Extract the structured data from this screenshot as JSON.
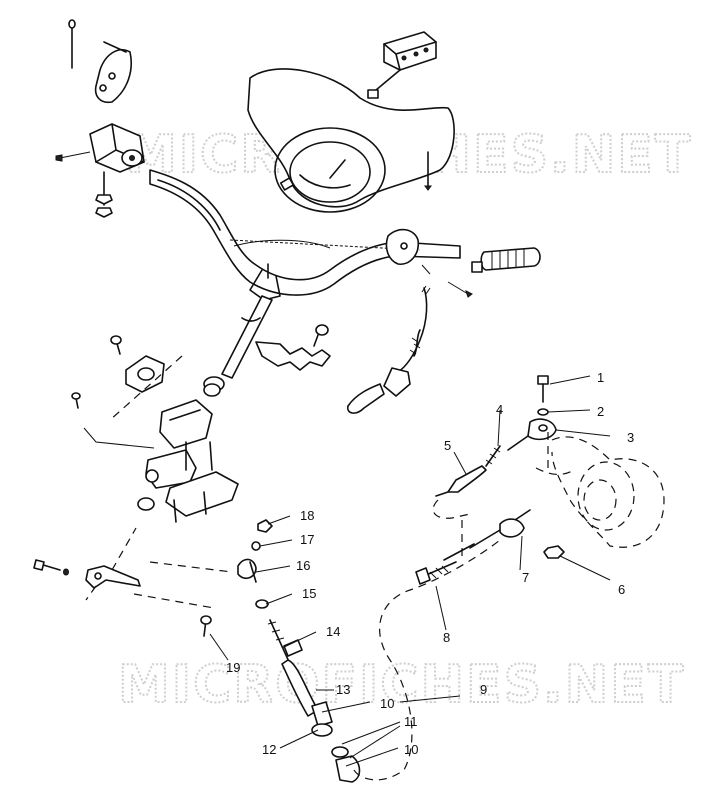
{
  "watermark": {
    "top": "MICROFICHES.NET",
    "bottom": "MICROFICHES.NET"
  },
  "callouts": [
    "1",
    "2",
    "3",
    "4",
    "5",
    "6",
    "7",
    "8",
    "9",
    "10",
    "10",
    "11",
    "12",
    "13",
    "14",
    "15",
    "16",
    "17",
    "18",
    "19"
  ],
  "colors": {
    "line": "#111111",
    "background": "#ffffff",
    "watermark": "#cfcfcf"
  }
}
